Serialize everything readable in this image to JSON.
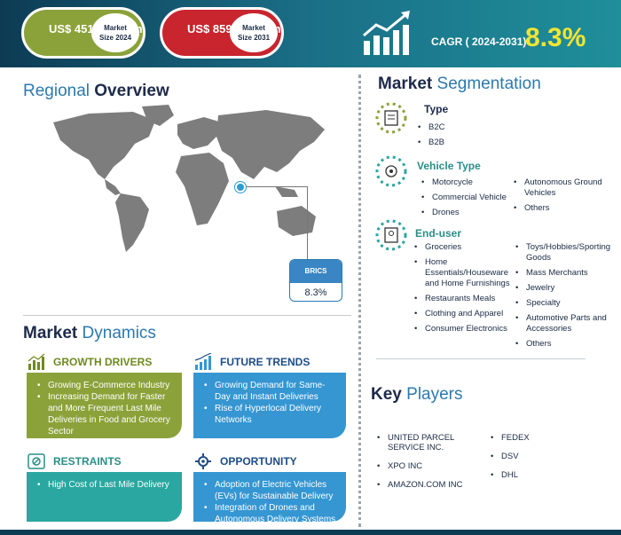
{
  "header": {
    "market_2024": {
      "value": "US$ 45129.66 Mn",
      "label_line1": "Market",
      "label_line2": "Size 2024"
    },
    "market_2031": {
      "value": "US$ 85943.21 Mn",
      "label_line1": "Market",
      "label_line2": "Size 2031"
    },
    "cagr_label": "CAGR ( 2024-2031)",
    "cagr_value": "8.3%"
  },
  "regional": {
    "title_blue": "Regional",
    "title_dark": "Overview",
    "callout": {
      "name": "BRICS",
      "value": "8.3%"
    }
  },
  "segmentation": {
    "title_dark": "Market",
    "title_blue": "Segmentation",
    "type": {
      "heading": "Type",
      "items": [
        "B2C",
        "B2B"
      ]
    },
    "vehicle_type": {
      "heading": "Vehicle Type",
      "col1": [
        "Motorcycle",
        "Commercial Vehicle",
        "Drones"
      ],
      "col2": [
        "Autonomous Ground Vehicles",
        "Others"
      ]
    },
    "end_user": {
      "heading": "End-user",
      "col1": [
        "Groceries",
        "Home Essentials/Houseware and Home Furnishings",
        "Restaurants Meals",
        "Clothing and Apparel",
        "Consumer Electronics"
      ],
      "col2": [
        "Toys/Hobbies/Sporting Goods",
        "Mass Merchants",
        "Jewelry",
        "Specialty",
        "Automotive Parts and Accessories",
        "Others"
      ]
    }
  },
  "dynamics": {
    "title_dark": "Market",
    "title_blue": "Dynamics",
    "growth_drivers": {
      "heading": "GROWTH DRIVERS",
      "items": [
        "Growing E-Commerce Industry",
        "Increasing Demand for Faster and More Frequent Last Mile Deliveries in Food and Grocery Sector"
      ]
    },
    "future_trends": {
      "heading": "FUTURE TRENDS",
      "items": [
        "Growing Demand for Same-Day and Instant Deliveries",
        "Rise of Hyperlocal Delivery Networks"
      ]
    },
    "restraints": {
      "heading": "RESTRAINTS",
      "items": [
        "High Cost of Last Mile Delivery"
      ]
    },
    "opportunity": {
      "heading": "OPPORTUNITY",
      "items": [
        "Adoption of Electric Vehicles (EVs) for Sustainable Delivery",
        "Integration of Drones and Autonomous Delivery Systems"
      ]
    }
  },
  "key_players": {
    "title_dark": "Key",
    "title_blue": "Players",
    "col1": [
      "UNITED PARCEL SERVICE INC.",
      "XPO INC",
      "AMAZON.COM INC"
    ],
    "col2": [
      "FEDEX",
      "DSV",
      "DHL"
    ]
  },
  "colors": {
    "header_dark": "#0d3b54",
    "green": "#8ba23a",
    "red": "#c8252f",
    "blue": "#3596d2",
    "teal": "#2aa7a0",
    "cagr_yellow": "#f4e531"
  }
}
